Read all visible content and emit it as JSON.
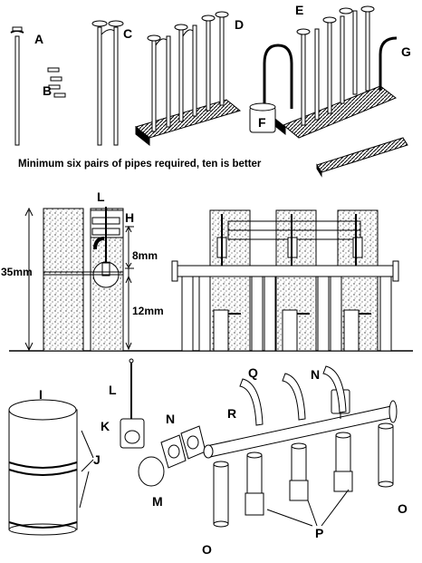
{
  "labels": {
    "a": "A",
    "b": "B",
    "c": "C",
    "d": "D",
    "e": "E",
    "f": "F",
    "g": "G",
    "h": "H",
    "l_top": "L",
    "l_bottom": "L",
    "i": "I",
    "j": "J",
    "k": "K",
    "m": "M",
    "n_left": "N",
    "n_right": "N",
    "o_left": "O",
    "o_right": "O",
    "p": "P",
    "q": "Q",
    "r": "R"
  },
  "note": "Minimum six pairs of pipes required, ten is better",
  "dimensions": {
    "total": "35mm",
    "upper": "8mm",
    "lower": "12mm"
  },
  "colors": {
    "ink": "#000000",
    "paper": "#ffffff",
    "shade": "#c8c8c8"
  },
  "icons": [
    "pipe-icon",
    "drum-icon",
    "bracket-icon",
    "cap-icon"
  ]
}
